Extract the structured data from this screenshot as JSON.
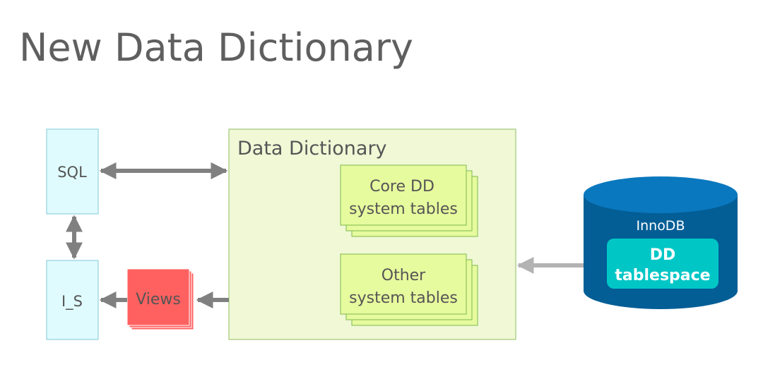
{
  "slide": {
    "title": "New Data Dictionary"
  },
  "nodes": {
    "sql": "SQL",
    "i_s": "I_S",
    "views": "Views",
    "data_dictionary": "Data Dictionary",
    "core_dd_line1": "Core DD",
    "core_dd_line2": "system tables",
    "other_line1": "Other",
    "other_line2": "system tables",
    "innodb": "InnoDB",
    "dd_tablespace_line1": "DD",
    "dd_tablespace_line2": "tablespace"
  },
  "colors": {
    "title_text": "#5f5f5f",
    "sql_box_fill": "#e0fbfd",
    "sql_box_stroke": "#7fc9d8",
    "dd_box_fill": "#f0f8d6",
    "dd_box_stroke": "#8fbd62",
    "table_card_fill": "#e6fa9e",
    "table_card_stroke": "#7dbb4a",
    "views_fill": "#ff6160",
    "cylinder_body": "#035e96",
    "cylinder_top": "#0a78be",
    "tablespace_fill": "#00c7c6",
    "arrow_dark": "#808080",
    "arrow_light": "#b3b3b3"
  }
}
